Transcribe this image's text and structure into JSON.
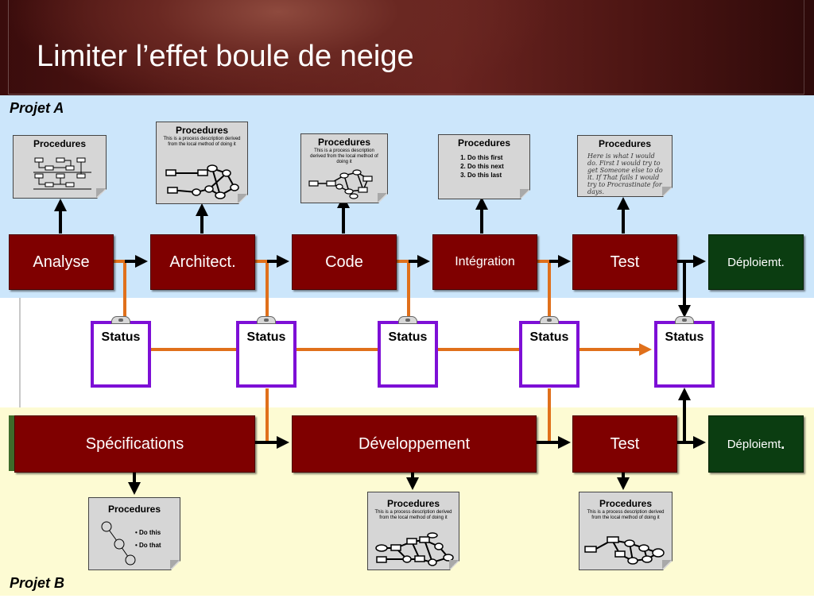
{
  "title": "Limiter l’effet boule de neige",
  "projects": {
    "a": "Projet A",
    "b": "Projet B"
  },
  "colors": {
    "process": "#7f0000",
    "deploy": "#0b3d11",
    "connector": "#e0701b",
    "status_border": "#7d0fd6",
    "band_a": "#cce6fb",
    "band_b": "#fdfbd3"
  },
  "project_a": {
    "steps": [
      "Analyse",
      "Architect.",
      "Code",
      "Intégration",
      "Test",
      "Déploiemt."
    ]
  },
  "project_b": {
    "steps": [
      "Spécifications",
      "Développement",
      "Test",
      "Déploiemt"
    ],
    "deploy_suffix": "."
  },
  "status_label": "Status",
  "procedures": {
    "title": "Procedures",
    "description": "This is a process description derived from the local method of doing it",
    "numbered_list": [
      "Do this first",
      "Do this next",
      "Do this last"
    ],
    "handwritten": "Here is what I would do. First I would try to get Someone else to do it.  If That fails I would try to Procrastinate for days.",
    "bullet_list": [
      "Do this",
      "Do that"
    ]
  }
}
